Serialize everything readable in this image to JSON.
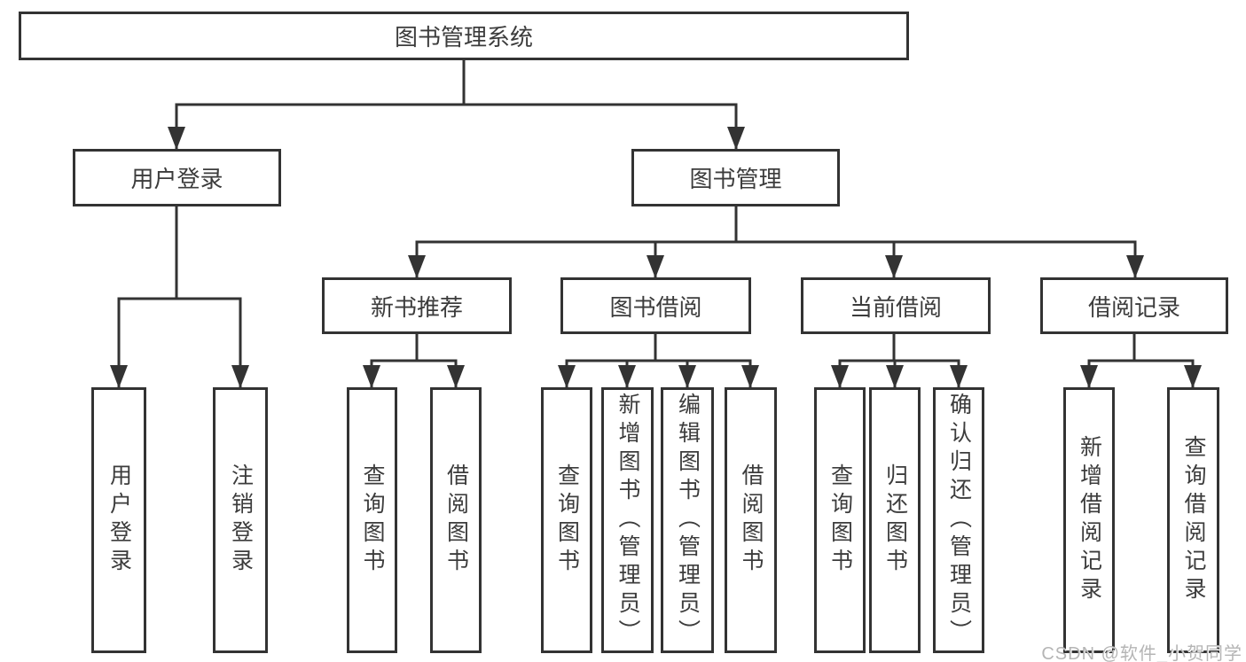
{
  "diagram": {
    "colors": {
      "line": "#333333",
      "text": "#3c3c3c",
      "box_background": "#ffffff",
      "watermark_text": "#b5b5b5"
    },
    "root": {
      "label": "图书管理系统"
    },
    "level2": [
      {
        "label": "用户登录"
      },
      {
        "label": "图书管理"
      }
    ],
    "level3": [
      {
        "label": "新书推荐",
        "parent": "图书管理"
      },
      {
        "label": "图书借阅",
        "parent": "图书管理"
      },
      {
        "label": "当前借阅",
        "parent": "图书管理"
      },
      {
        "label": "借阅记录",
        "parent": "图书管理"
      }
    ],
    "leaves": [
      {
        "label": "用户登录",
        "parent": "用户登录"
      },
      {
        "label": "注销登录",
        "parent": "用户登录"
      },
      {
        "label": "查询图书",
        "parent": "新书推荐"
      },
      {
        "label": "借阅图书",
        "parent": "新书推荐"
      },
      {
        "label": "查询图书",
        "parent": "图书借阅"
      },
      {
        "label": "新增图书（管理员）",
        "parent": "图书借阅"
      },
      {
        "label": "编辑图书（管理员）",
        "parent": "图书借阅"
      },
      {
        "label": "借阅图书",
        "parent": "图书借阅"
      },
      {
        "label": "查询图书",
        "parent": "当前借阅"
      },
      {
        "label": "归还图书",
        "parent": "当前借阅"
      },
      {
        "label": "确认归还（管理员）",
        "parent": "当前借阅"
      },
      {
        "label": "新增借阅记录",
        "parent": "借阅记录"
      },
      {
        "label": "查询借阅记录",
        "parent": "借阅记录"
      }
    ]
  },
  "watermark": {
    "text": "CSDN @软件_小贺同学"
  }
}
